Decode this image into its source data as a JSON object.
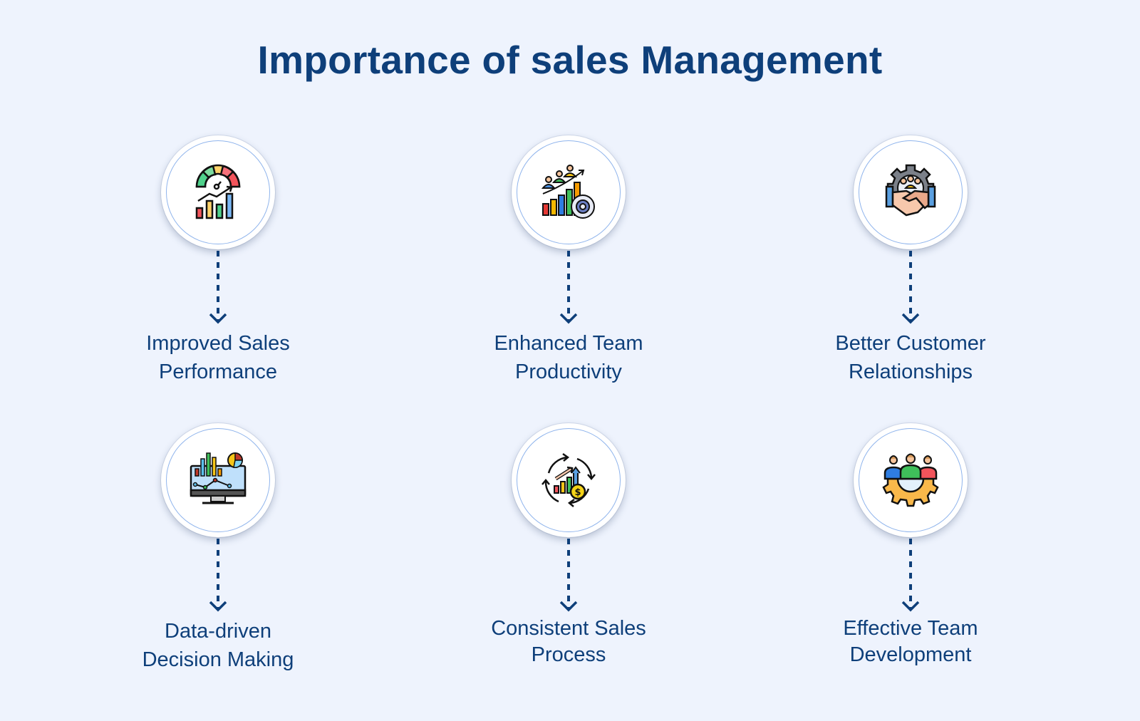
{
  "title": "Importance of sales Management",
  "colors": {
    "background": "#eef3fd",
    "text_primary": "#0e3f7a",
    "circle_ring": "#8fb4ec",
    "circle_fill": "#ffffff"
  },
  "items": [
    {
      "line1": "Improved Sales",
      "line2": "Performance",
      "icon": "speedometer-growth-chart-icon"
    },
    {
      "line1": "Enhanced Team",
      "line2": "Productivity",
      "icon": "team-growth-gear-icon"
    },
    {
      "line1": "Better Customer",
      "line2": "Relationships",
      "icon": "handshake-gear-icon"
    },
    {
      "line1": "Data-driven",
      "line2": "Decision Making",
      "icon": "monitor-analytics-icon"
    },
    {
      "line1": "Consistent Sales",
      "line2": "Process",
      "icon": "cycle-sales-dollar-icon"
    },
    {
      "line1": "Effective Team",
      "line2": "Development",
      "icon": "team-gear-icon"
    }
  ]
}
